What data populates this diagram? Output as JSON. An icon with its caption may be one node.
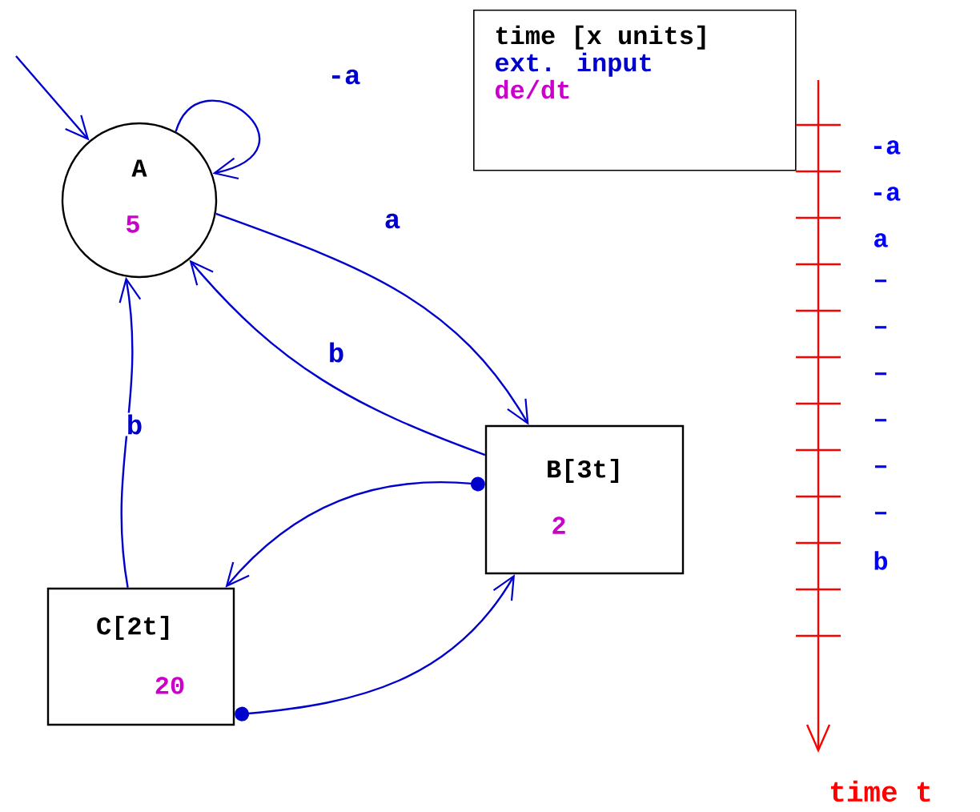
{
  "diagram": {
    "nodes": [
      {
        "text": [
          "A",
          "5"
        ]
      },
      {
        "text": [
          "B[3t]",
          "2"
        ]
      },
      {
        "text": [
          "C[2t]",
          "20"
        ]
      },
      {
        "text": [
          "time [x units]",
          "ext. input",
          "de/dt"
        ]
      }
    ],
    "edges": [
      {
        "from": null,
        "to": 0,
        "arrow": "to"
      },
      {
        "from": 0,
        "to": 0,
        "arrow": "to",
        "label": "-a"
      },
      {
        "from": 0,
        "to": 1,
        "arrow": "to",
        "label": "a"
      },
      {
        "from": 1,
        "to": 0,
        "arrow": "to",
        "label": "b"
      },
      {
        "from": 2,
        "to": 0,
        "arrow": "to",
        "label": "b"
      },
      {
        "from": 1,
        "to": 2,
        "arrow": "to"
      },
      {
        "from": 2,
        "to": 1,
        "arrow": "to"
      }
    ],
    "labels": [
      "-a",
      "-a",
      "a",
      "–",
      "–",
      "–",
      "–",
      "–",
      "–",
      "b",
      "time t"
    ]
  }
}
